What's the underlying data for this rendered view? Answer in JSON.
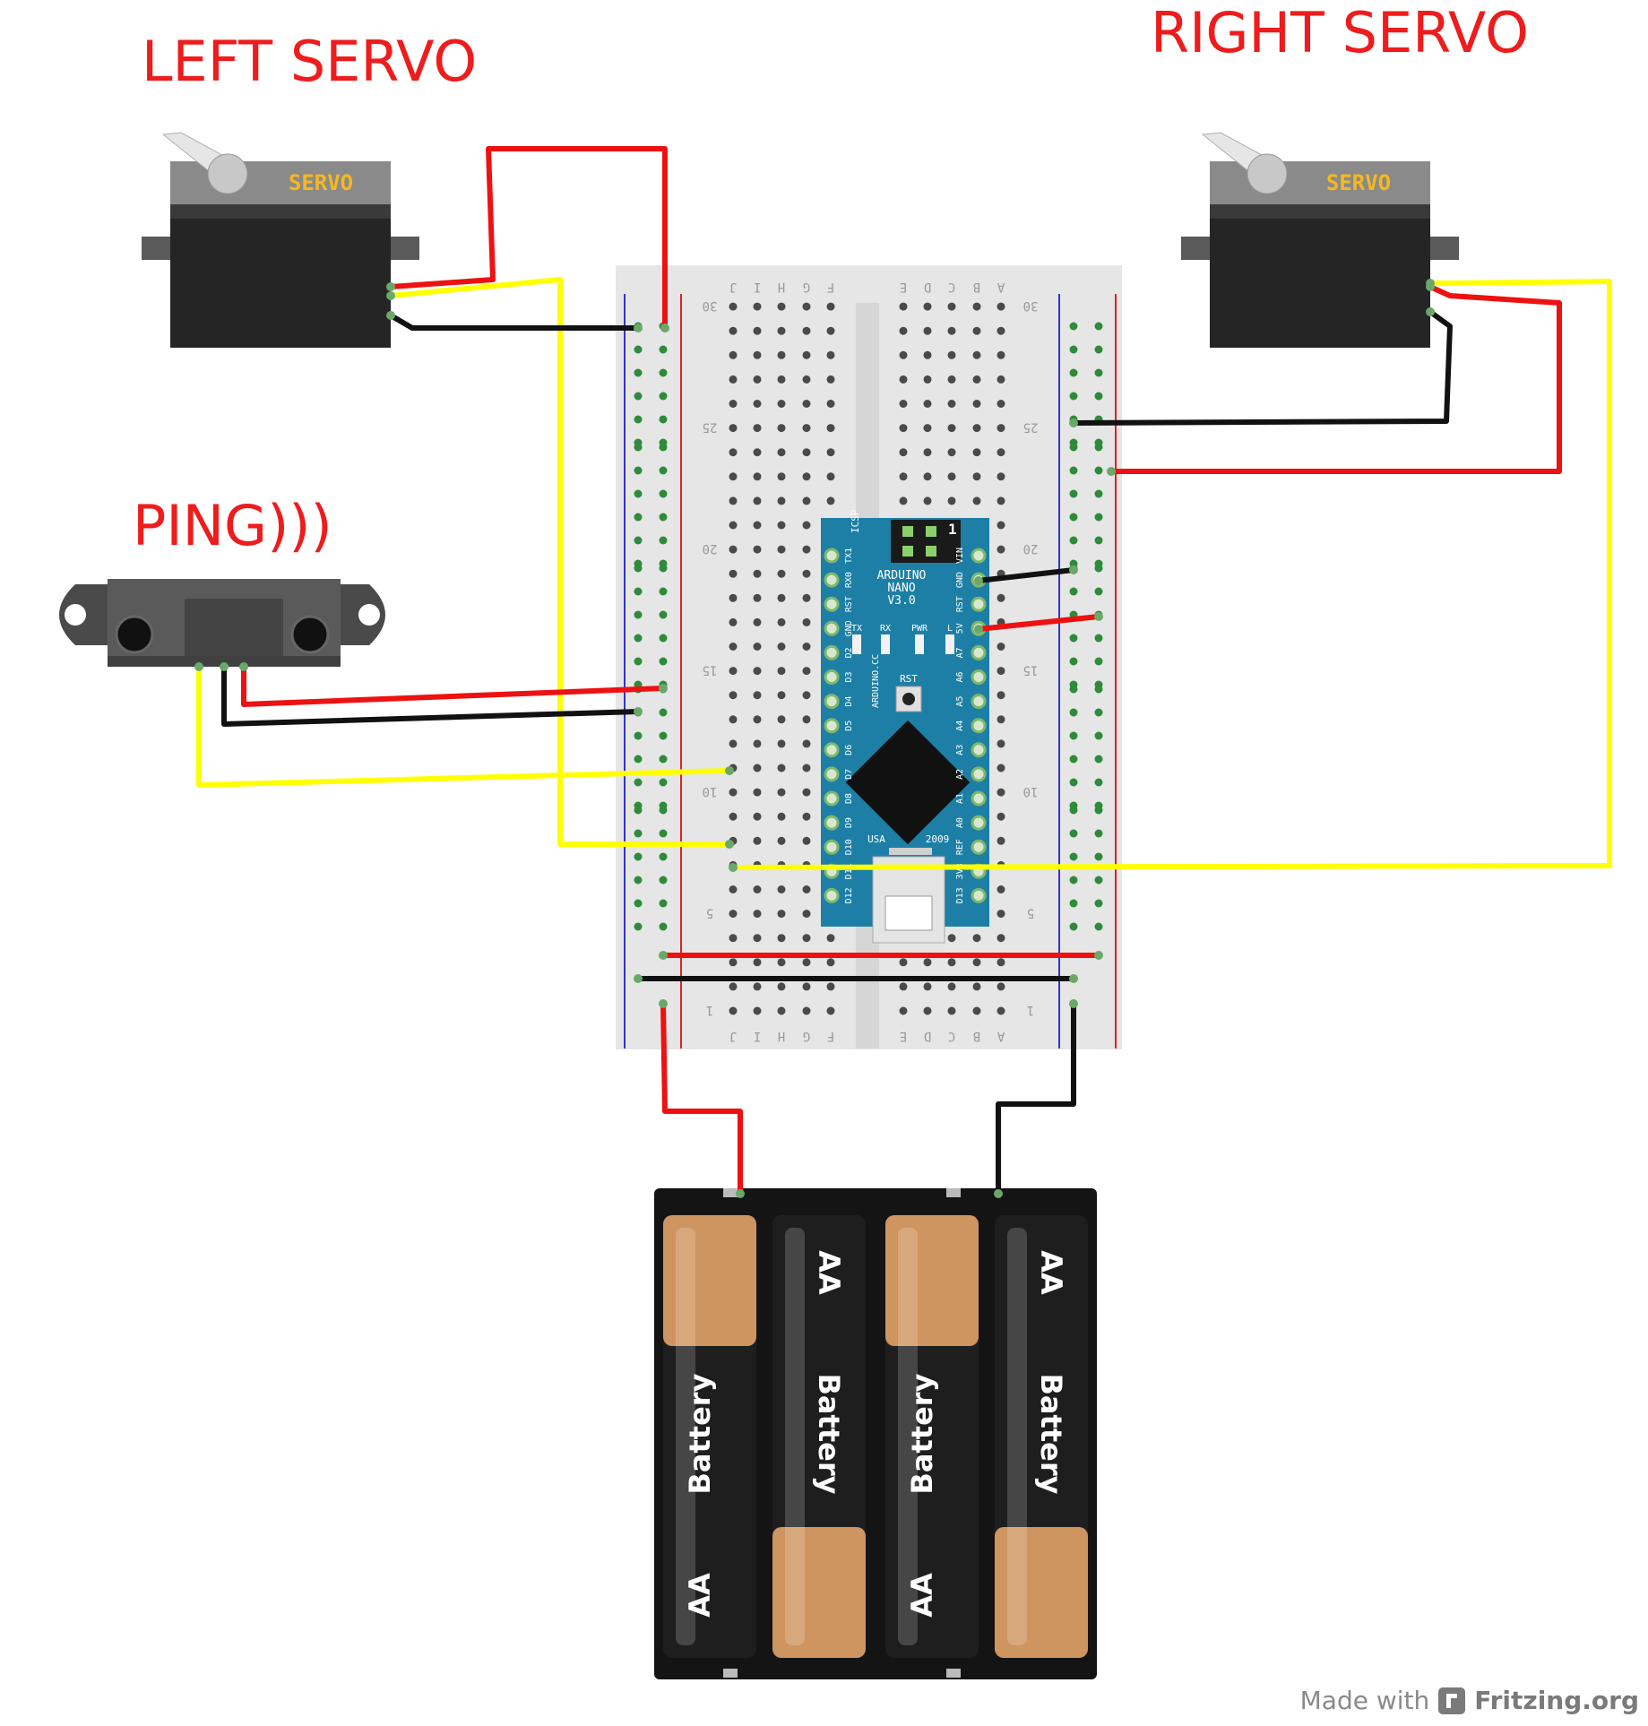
{
  "labels": {
    "left_servo": "LEFT SERVO",
    "right_servo": "RIGHT SERVO",
    "ping": "PING)))"
  },
  "servo_text": "SERVO",
  "nano": {
    "brand": "ARDUINO",
    "model": "NANO",
    "version": "V3.0",
    "icsp": "ICSP",
    "pin1": "1",
    "site": "ARDUINO.CC",
    "rst": "RST",
    "usa": "USA",
    "year": "2009",
    "leds": [
      "TX",
      "RX",
      "PWR",
      "L"
    ],
    "left_pins": [
      "TX1",
      "RX0",
      "RST",
      "GND",
      "D2",
      "D3",
      "D4",
      "D5",
      "D6",
      "D7",
      "D8",
      "D9",
      "D10",
      "D11",
      "D12"
    ],
    "right_pins": [
      "VIN",
      "GND",
      "RST",
      "5V",
      "A7",
      "A6",
      "A5",
      "A4",
      "A3",
      "A2",
      "A1",
      "A0",
      "REF",
      "3V3",
      "D13"
    ]
  },
  "breadboard": {
    "letters_left": [
      "J",
      "I",
      "H",
      "G",
      "F"
    ],
    "letters_right": [
      "E",
      "D",
      "C",
      "B",
      "A"
    ],
    "row_numbers": [
      "30",
      "25",
      "20",
      "15",
      "10",
      "5",
      "1"
    ]
  },
  "battery": {
    "cells": [
      {
        "line1": "AA",
        "line2": "Battery"
      },
      {
        "line1": "AA",
        "line2": "Battery"
      },
      {
        "line1": "AA",
        "line2": "Battery"
      },
      {
        "line1": "AA",
        "line2": "Battery"
      }
    ]
  },
  "credit": {
    "made_with": "Made with",
    "brand": "Fritzing.org"
  },
  "colors": {
    "label": "#ee1c1c",
    "wire_red": "#ee1111",
    "wire_black": "#111111",
    "wire_yellow": "#ffff00",
    "nano_board": "#1d7fa6",
    "breadboard": "#e6e6e6",
    "rail_red": "#d22",
    "rail_blue": "#33c"
  }
}
